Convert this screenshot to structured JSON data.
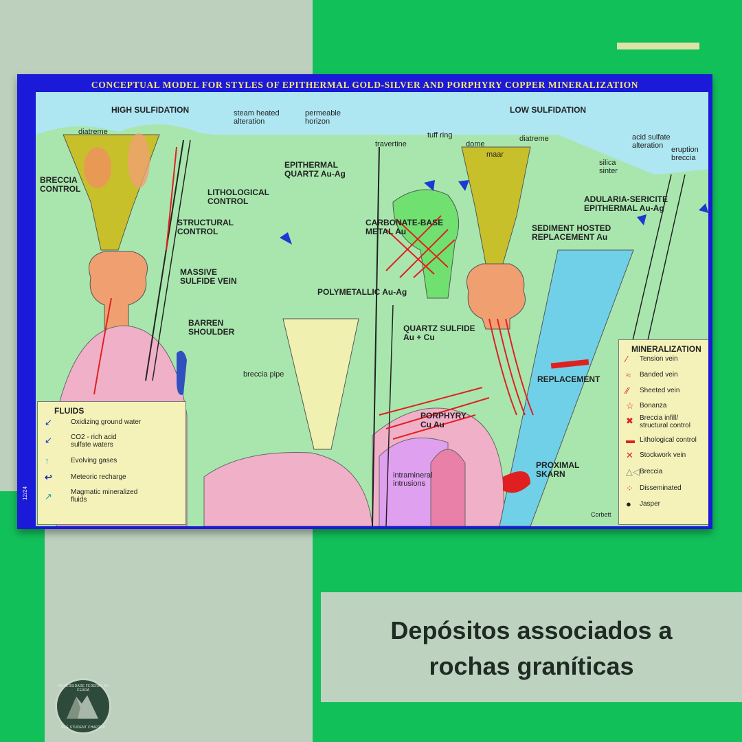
{
  "caption": {
    "line1": "Depósitos associados a",
    "line2": "rochas graníticas"
  },
  "figure": {
    "title": "CONCEPTUAL MODEL FOR STYLES OF EPITHERMAL GOLD-SILVER AND PORPHYRY COPPER MINERALIZATION",
    "author": "Corbett",
    "figure_code": "12/24",
    "labels": {
      "high_sulfidation": "HIGH SULFIDATION",
      "low_sulfidation": "LOW SULFIDATION",
      "diatreme_1": "diatreme",
      "steam_heated": "steam heated\nalteration",
      "permeable_horizon": "permeable\nhorizon",
      "travertine": "travertine",
      "tuff_ring": "tuff ring",
      "dome": "dome",
      "maar": "maar",
      "diatreme_2": "diatreme",
      "acid_sulfate": "acid sulfate\nalteration",
      "eruption_breccia": "eruption\nbreccia",
      "silica_sinter": "silica\nsinter",
      "breccia_control": "BRECCIA\nCONTROL",
      "lithological_control": "LITHOLOGICAL\nCONTROL",
      "epithermal_quartz": "EPITHERMAL\nQUARTZ Au-Ag",
      "structural_control": "STRUCTURAL\nCONTROL",
      "carbonate_base": "CARBONATE-BASE\nMETAL Au",
      "adularia": "ADULARIA-SERICITE\nEPITHERMAL Au-Ag",
      "sediment_hosted": "SEDIMENT HOSTED\nREPLACEMENT Au",
      "massive_sulfide": "MASSIVE\nSULFIDE VEIN",
      "polymetallic": "POLYMETALLIC Au-Ag",
      "barren_shoulder": "BARREN\nSHOULDER",
      "quartz_sulfide": "QUARTZ SULFIDE\nAu + Cu",
      "breccia_pipe": "breccia pipe",
      "replacement": "REPLACEMENT",
      "porphyry": "PORPHYRY\nCu Au",
      "intramineral": "intramineral\nintrusions",
      "proximal_skarn": "PROXIMAL\nSKARN"
    },
    "fluids": {
      "title": "FLUIDS",
      "items": [
        {
          "label": "Oxidizing ground water",
          "color": "#1a3ad0",
          "icon": "blue-arrow-icon"
        },
        {
          "label": "CO2 - rich acid\nsulfate waters",
          "color": "#1a3ad0",
          "icon": "blue-arrow-icon"
        },
        {
          "label": "Evolving gases",
          "color": "#1ab0c0",
          "icon": "cyan-arrow-icon"
        },
        {
          "label": "Meteoric recharge",
          "color": "#1a2ab0",
          "icon": "curved-arrow-icon"
        },
        {
          "label": "Magmatic mineralized\nfluids",
          "color": "#1aa0a0",
          "icon": "teal-arrow-icon"
        }
      ]
    },
    "mineralization": {
      "title": "MINERALIZATION",
      "items": [
        {
          "label": "Tension vein",
          "icon": "tension-vein-icon",
          "color": "#e02020"
        },
        {
          "label": "Banded vein",
          "icon": "banded-vein-icon",
          "color": "#e05050"
        },
        {
          "label": "Sheeted vein",
          "icon": "sheeted-vein-icon",
          "color": "#e02020"
        },
        {
          "label": "Bonanza",
          "icon": "star-icon",
          "color": "#e02020"
        },
        {
          "label": "Breccia infill/\nstructural control",
          "icon": "breccia-infill-icon",
          "color": "#e02020"
        },
        {
          "label": "Lithological control",
          "icon": "lithological-icon",
          "color": "#e02020"
        },
        {
          "label": "Stockwork vein",
          "icon": "cross-icon",
          "color": "#e02020"
        },
        {
          "label": "Breccia",
          "icon": "triangle-icon",
          "color": "#888888"
        },
        {
          "label": "Disseminated",
          "icon": "dots-icon",
          "color": "#e02020"
        },
        {
          "label": "Jasper",
          "icon": "jasper-icon",
          "color": "#222222"
        }
      ]
    }
  },
  "logo": {
    "top_text": "UNIVERSIDADE FEDERAL DO CEARÁ",
    "bottom_text": "SEG STUDENT CHAPTER"
  }
}
